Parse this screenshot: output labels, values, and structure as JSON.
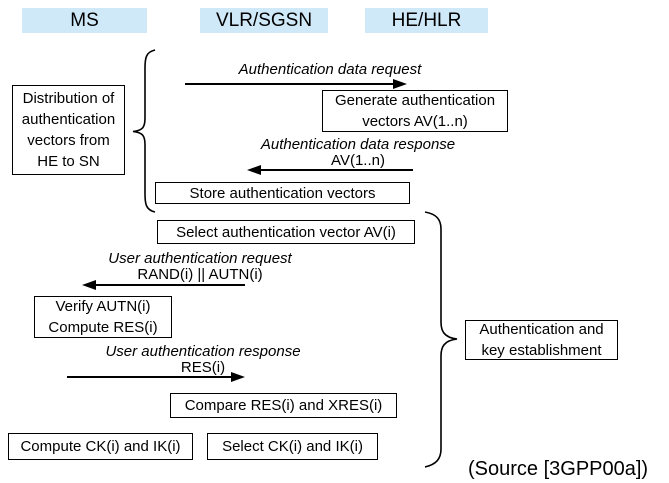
{
  "colors": {
    "background": "#ffffff",
    "entity_header_bg": "#cfe9f8",
    "text": "#000000",
    "box_border": "#000000",
    "arrow": "#000000"
  },
  "entities": {
    "ms": "MS",
    "vlr_sgsn": "VLR/SGSN",
    "he_hlr": "HE/HLR"
  },
  "phases": {
    "distribution": {
      "lines": [
        "Distribution of",
        "authentication",
        "vectors from",
        "HE to SN"
      ]
    },
    "auth_key_establishment": {
      "lines": [
        "Authentication and",
        "key establishment"
      ]
    }
  },
  "boxes": {
    "generate": {
      "lines": [
        "Generate authentication",
        "vectors AV(1..n)"
      ]
    },
    "store": {
      "text": "Store authentication vectors"
    },
    "select_av": {
      "text": "Select authentication vector AV(i)"
    },
    "verify": {
      "lines": [
        "Verify AUTN(i)",
        "Compute RES(i)"
      ]
    },
    "compare": {
      "text": "Compare RES(i) and XRES(i)"
    },
    "compute_ck": {
      "text": "Compute CK(i) and IK(i)"
    },
    "select_ck": {
      "text": "Select CK(i) and IK(i)"
    }
  },
  "messages": {
    "auth_data_request": {
      "label": "Authentication data request"
    },
    "auth_data_response": {
      "label": "Authentication data response",
      "payload": "AV(1..n)"
    },
    "user_auth_request": {
      "label": "User authentication request",
      "payload": "RAND(i) || AUTN(i)"
    },
    "user_auth_response": {
      "label": "User authentication response",
      "payload": "RES(i)"
    }
  },
  "source_note": "(Source [3GPP00a])"
}
